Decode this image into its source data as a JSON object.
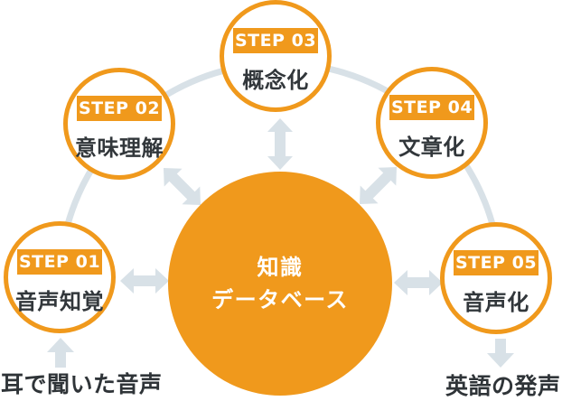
{
  "diagram": {
    "title_hint": "speech-production-process",
    "center": {
      "line1": "知識",
      "line2": "データベース"
    },
    "steps": [
      {
        "badge": "STEP 01",
        "label": "音声知覚"
      },
      {
        "badge": "STEP 02",
        "label": "意味理解"
      },
      {
        "badge": "STEP 03",
        "label": "概念化"
      },
      {
        "badge": "STEP 04",
        "label": "文章化"
      },
      {
        "badge": "STEP 05",
        "label": "音声化"
      }
    ],
    "input_label": "耳で聞いた音声",
    "output_label": "英語の発声",
    "colors": {
      "orange": "#F0991C",
      "arrow_gray": "#D8E1E7",
      "text_dark": "#2F3438",
      "white": "#FFFFFF"
    }
  }
}
